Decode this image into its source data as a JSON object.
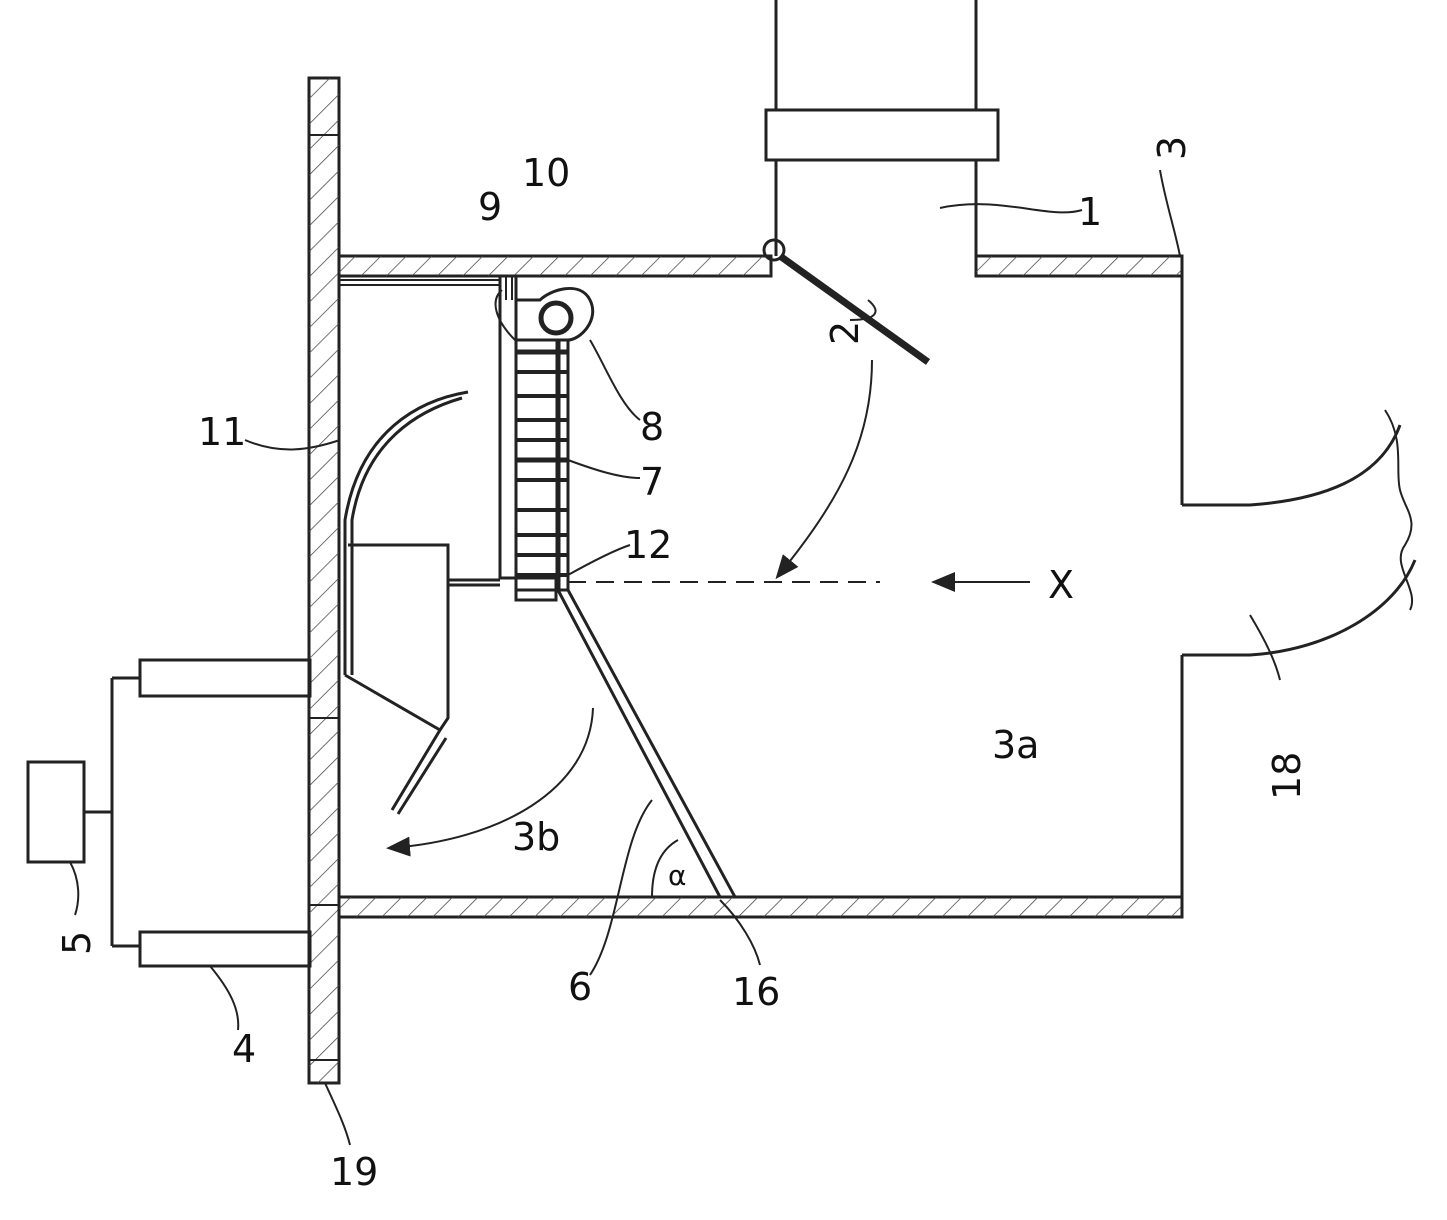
{
  "labels": {
    "inlet_pipe": "1",
    "flap": "2",
    "housing": "3",
    "chamber_main": "3a",
    "chamber_lower": "3b",
    "nozzle": "4",
    "blower": "5",
    "baffle": "6",
    "filter_element": "7",
    "filter_frame": "8",
    "seal_9": "9",
    "seal_10": "10",
    "guide_vane": "11",
    "frame_bottom": "12",
    "corner_16": "16",
    "outlet_duct": "18",
    "side_wall": "19",
    "angle": "α",
    "flow_direction": "X"
  }
}
